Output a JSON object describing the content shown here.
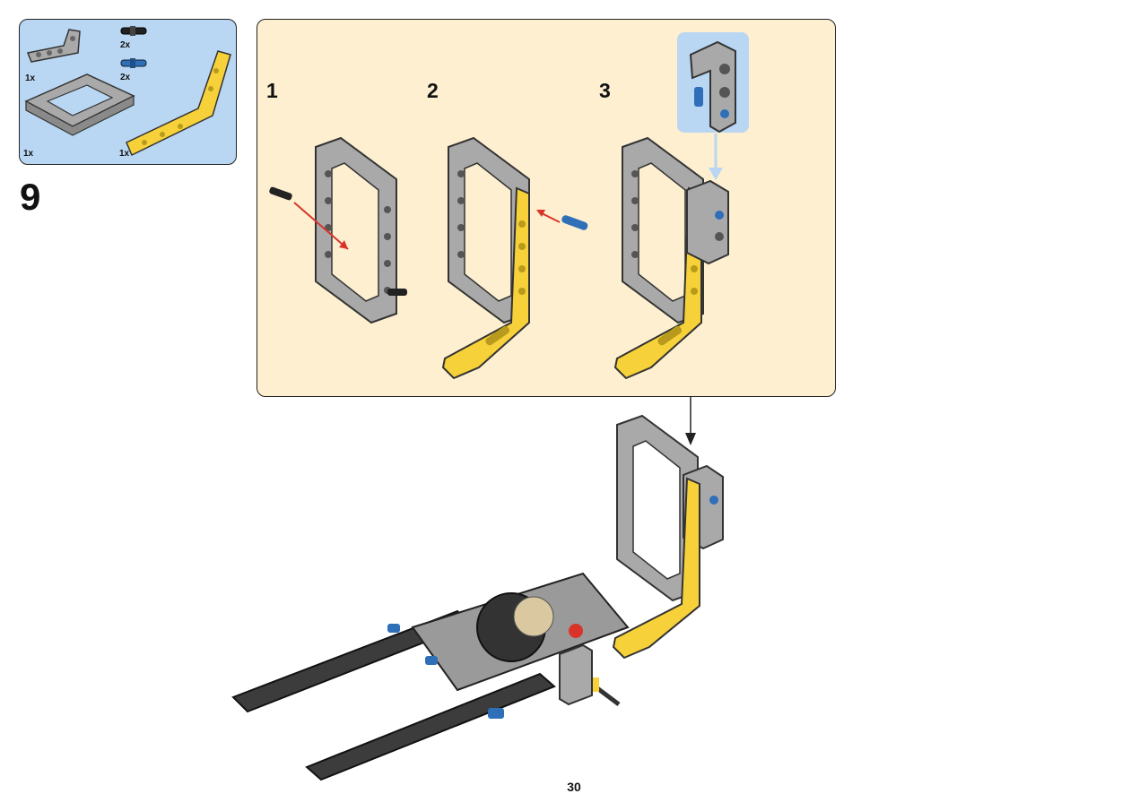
{
  "parts_list": {
    "items": [
      {
        "name": "l-beam-grey",
        "qty": "1x"
      },
      {
        "name": "connector-pin-black",
        "qty": "2x"
      },
      {
        "name": "axle-pin-blue",
        "qty": "2x"
      },
      {
        "name": "frame-grey",
        "qty": "1x"
      },
      {
        "name": "bent-beam-yellow",
        "qty": "1x"
      }
    ]
  },
  "step": {
    "number": "9"
  },
  "sub_steps": [
    {
      "label": "1"
    },
    {
      "label": "2"
    },
    {
      "label": "3"
    }
  ],
  "page": {
    "number": "30"
  },
  "colors": {
    "parts_bg": "#b9d6f2",
    "substep_bg": "#fdefd0",
    "beam_grey": "#a9a9a9",
    "beam_yellow": "#f7d13a",
    "pin_blue": "#2f6fb8",
    "dark_beam": "#3c3c3c",
    "arrow_red": "#d8342a"
  }
}
